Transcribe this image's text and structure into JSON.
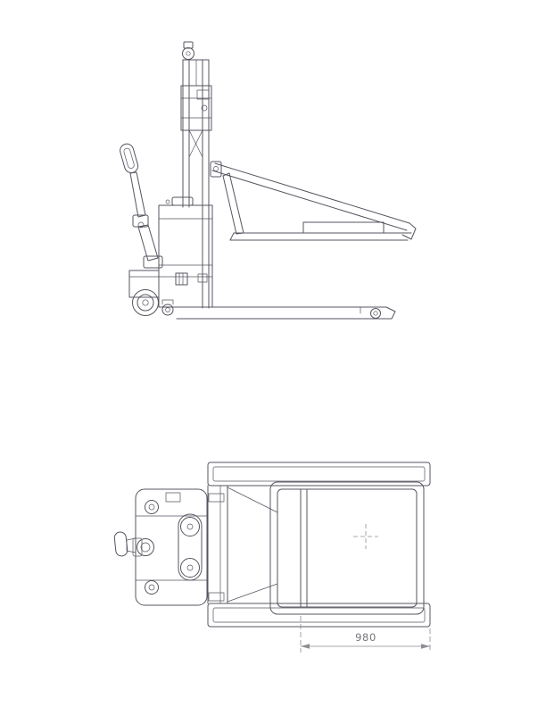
{
  "page": {
    "background_color": "#ffffff",
    "line_color": "#555560",
    "dimension_color": "#8d8d93"
  },
  "drawing": {
    "subject": "electric-pallet-stacker-technical-drawing",
    "views": [
      "side-elevation-view",
      "plan-view"
    ],
    "dimension": {
      "label": "980"
    }
  }
}
